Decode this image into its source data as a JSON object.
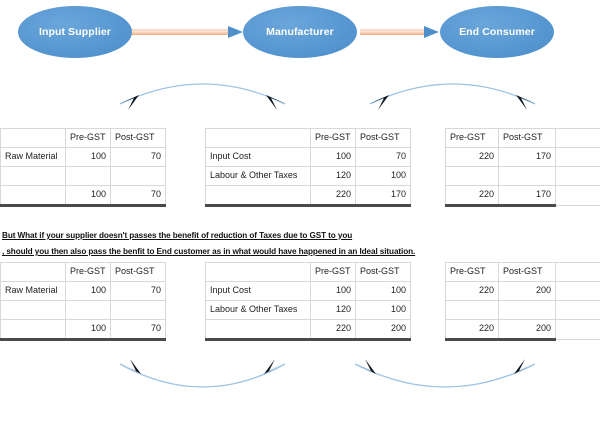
{
  "flow": {
    "node_fill": "#5B9BD5",
    "connector_fill": "#F4B183",
    "nodes": [
      {
        "label": "Input Supplier"
      },
      {
        "label": "Manufacturer"
      },
      {
        "label": "End Consumer"
      }
    ]
  },
  "notes": {
    "line1": "But What if your supplier doesn't passes the benefit of reduction of Taxes due to GST to you",
    "line2": ", should you then also pass the benfit to End customer as in what would have happened in an Ideal situation."
  },
  "tables": [
    {
      "id": "table-one",
      "header": {
        "left_pre": "Pre-GST",
        "left_post": "Post-GST",
        "mid_pre": "Pre-GST",
        "mid_post": "Post-GST",
        "right_pre": "Pre-GST",
        "right_post": "Post-GST"
      },
      "row1": {
        "left_label": "Raw Material",
        "left_pre": "100",
        "left_post": "70",
        "mid_label": "Input Cost",
        "mid_pre": "100",
        "mid_post": "70",
        "right_pre": "220",
        "right_post": "170"
      },
      "row2": {
        "left_label": "",
        "left_pre": "",
        "left_post": "",
        "mid_label": "Labour & Other Taxes",
        "mid_pre": "120",
        "mid_post": "100",
        "right_pre": "",
        "right_post": ""
      },
      "total": {
        "left_label": "",
        "left_pre": "100",
        "left_post": "70",
        "mid_label": "",
        "mid_pre": "220",
        "mid_post": "170",
        "right_pre": "220",
        "right_post": "170"
      }
    },
    {
      "id": "table-two",
      "header": {
        "left_pre": "Pre-GST",
        "left_post": "Post-GST",
        "mid_pre": "Pre-GST",
        "mid_post": "Post-GST",
        "right_pre": "Pre-GST",
        "right_post": "Post-GST"
      },
      "row1": {
        "left_label": "Raw Material",
        "left_pre": "100",
        "left_post": "70",
        "mid_label": "Input Cost",
        "mid_pre": "100",
        "mid_post": "100",
        "right_pre": "220",
        "right_post": "200"
      },
      "row2": {
        "left_label": "",
        "left_pre": "",
        "left_post": "",
        "mid_label": "Labour & Other Taxes",
        "mid_pre": "120",
        "mid_post": "100",
        "right_pre": "",
        "right_post": ""
      },
      "total": {
        "left_label": "",
        "left_pre": "100",
        "left_post": "70",
        "mid_label": "",
        "mid_pre": "220",
        "mid_post": "200",
        "right_pre": "220",
        "right_post": "200"
      }
    }
  ]
}
